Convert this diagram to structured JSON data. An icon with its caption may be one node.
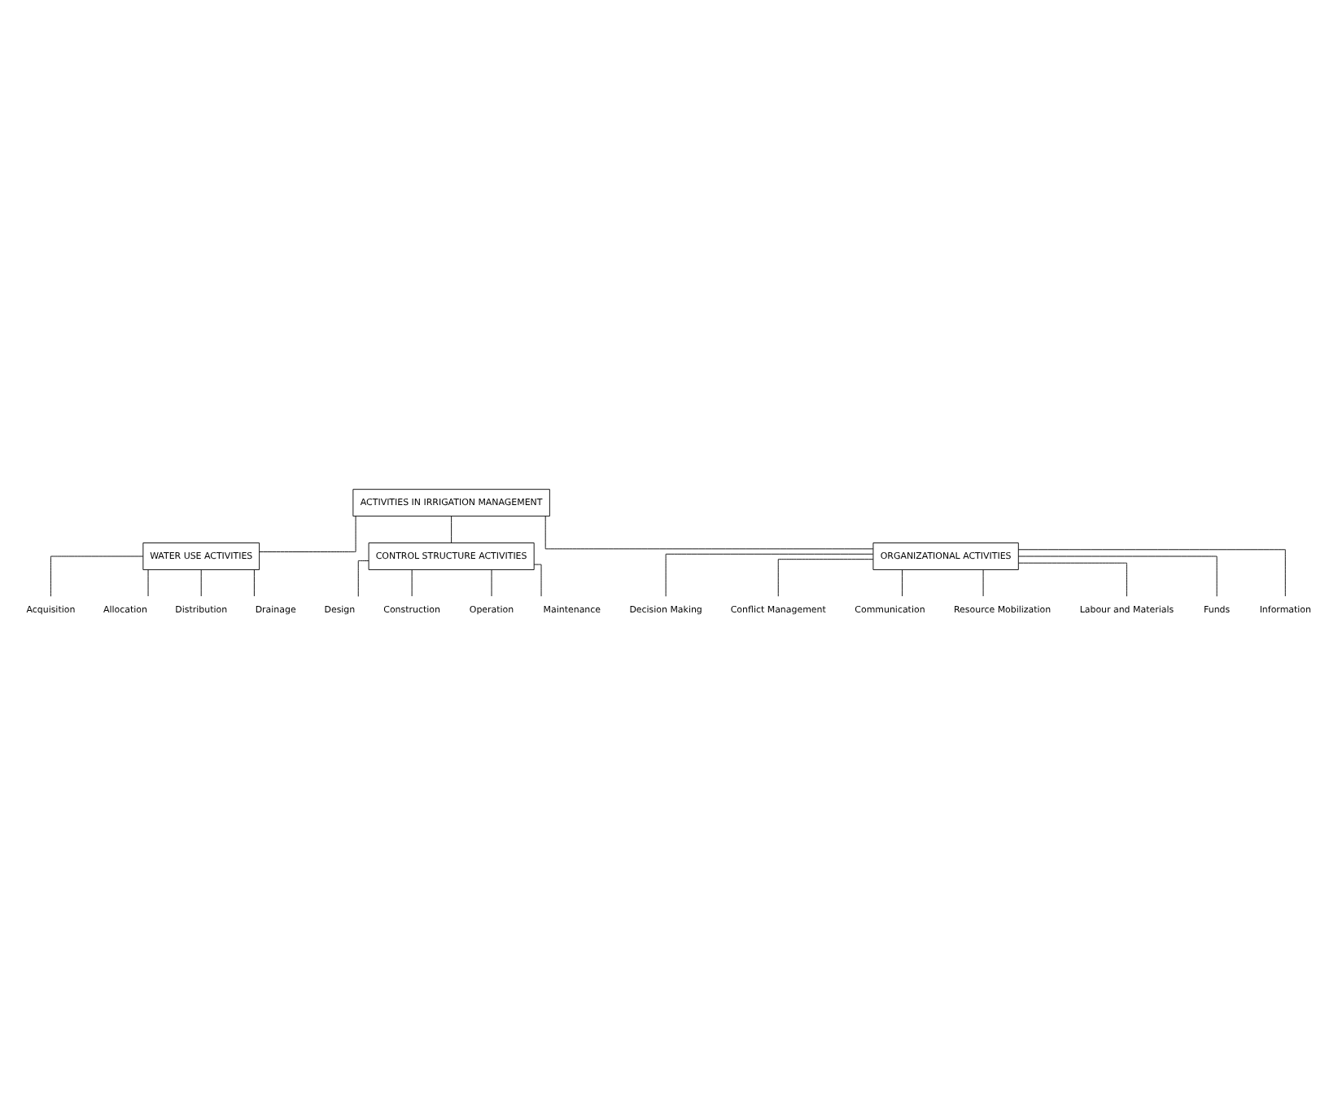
{
  "diagram": {
    "nodes": [
      {
        "text": [
          "ACTIVITIES IN IRRIGATION MANAGEMENT"
        ]
      },
      {
        "text": [
          "WATER USE ACTIVITIES"
        ]
      },
      {
        "text": [
          "CONTROL STRUCTURE ACTIVITIES"
        ]
      },
      {
        "text": [
          "ORGANIZATIONAL ACTIVITIES"
        ]
      },
      {
        "text": [
          "Acquisition"
        ]
      },
      {
        "text": [
          "Allocation"
        ]
      },
      {
        "text": [
          "Distribution"
        ]
      },
      {
        "text": [
          "Drainage"
        ]
      },
      {
        "text": [
          "Design"
        ]
      },
      {
        "text": [
          "Construction"
        ]
      },
      {
        "text": [
          "Operation"
        ]
      },
      {
        "text": [
          "Maintenance"
        ]
      },
      {
        "text": [
          "Decision Making"
        ]
      },
      {
        "text": [
          "Conflict Management"
        ]
      },
      {
        "text": [
          "Communication"
        ]
      },
      {
        "text": [
          "Resource Mobilization"
        ]
      },
      {
        "text": [
          "Labour and Materials"
        ]
      },
      {
        "text": [
          "Funds"
        ]
      },
      {
        "text": [
          "Information"
        ]
      }
    ],
    "edges": [
      {
        "from": 0,
        "to": 1,
        "arrow": "none"
      },
      {
        "from": 0,
        "to": 2,
        "arrow": "none"
      },
      {
        "from": 0,
        "to": 3,
        "arrow": "none"
      },
      {
        "from": 1,
        "to": 4,
        "arrow": "none"
      },
      {
        "from": 1,
        "to": 5,
        "arrow": "none"
      },
      {
        "from": 1,
        "to": 6,
        "arrow": "none"
      },
      {
        "from": 1,
        "to": 7,
        "arrow": "none"
      },
      {
        "from": 2,
        "to": 8,
        "arrow": "none"
      },
      {
        "from": 2,
        "to": 9,
        "arrow": "none"
      },
      {
        "from": 2,
        "to": 10,
        "arrow": "none"
      },
      {
        "from": 2,
        "to": 11,
        "arrow": "none"
      },
      {
        "from": 3,
        "to": 12,
        "arrow": "none"
      },
      {
        "from": 3,
        "to": 13,
        "arrow": "none"
      },
      {
        "from": 3,
        "to": 14,
        "arrow": "none"
      },
      {
        "from": 3,
        "to": 15,
        "arrow": "none"
      },
      {
        "from": 3,
        "to": 16,
        "arrow": "none"
      },
      {
        "from": 3,
        "to": 17,
        "arrow": "none"
      },
      {
        "from": 3,
        "to": 18,
        "arrow": "none"
      }
    ]
  }
}
